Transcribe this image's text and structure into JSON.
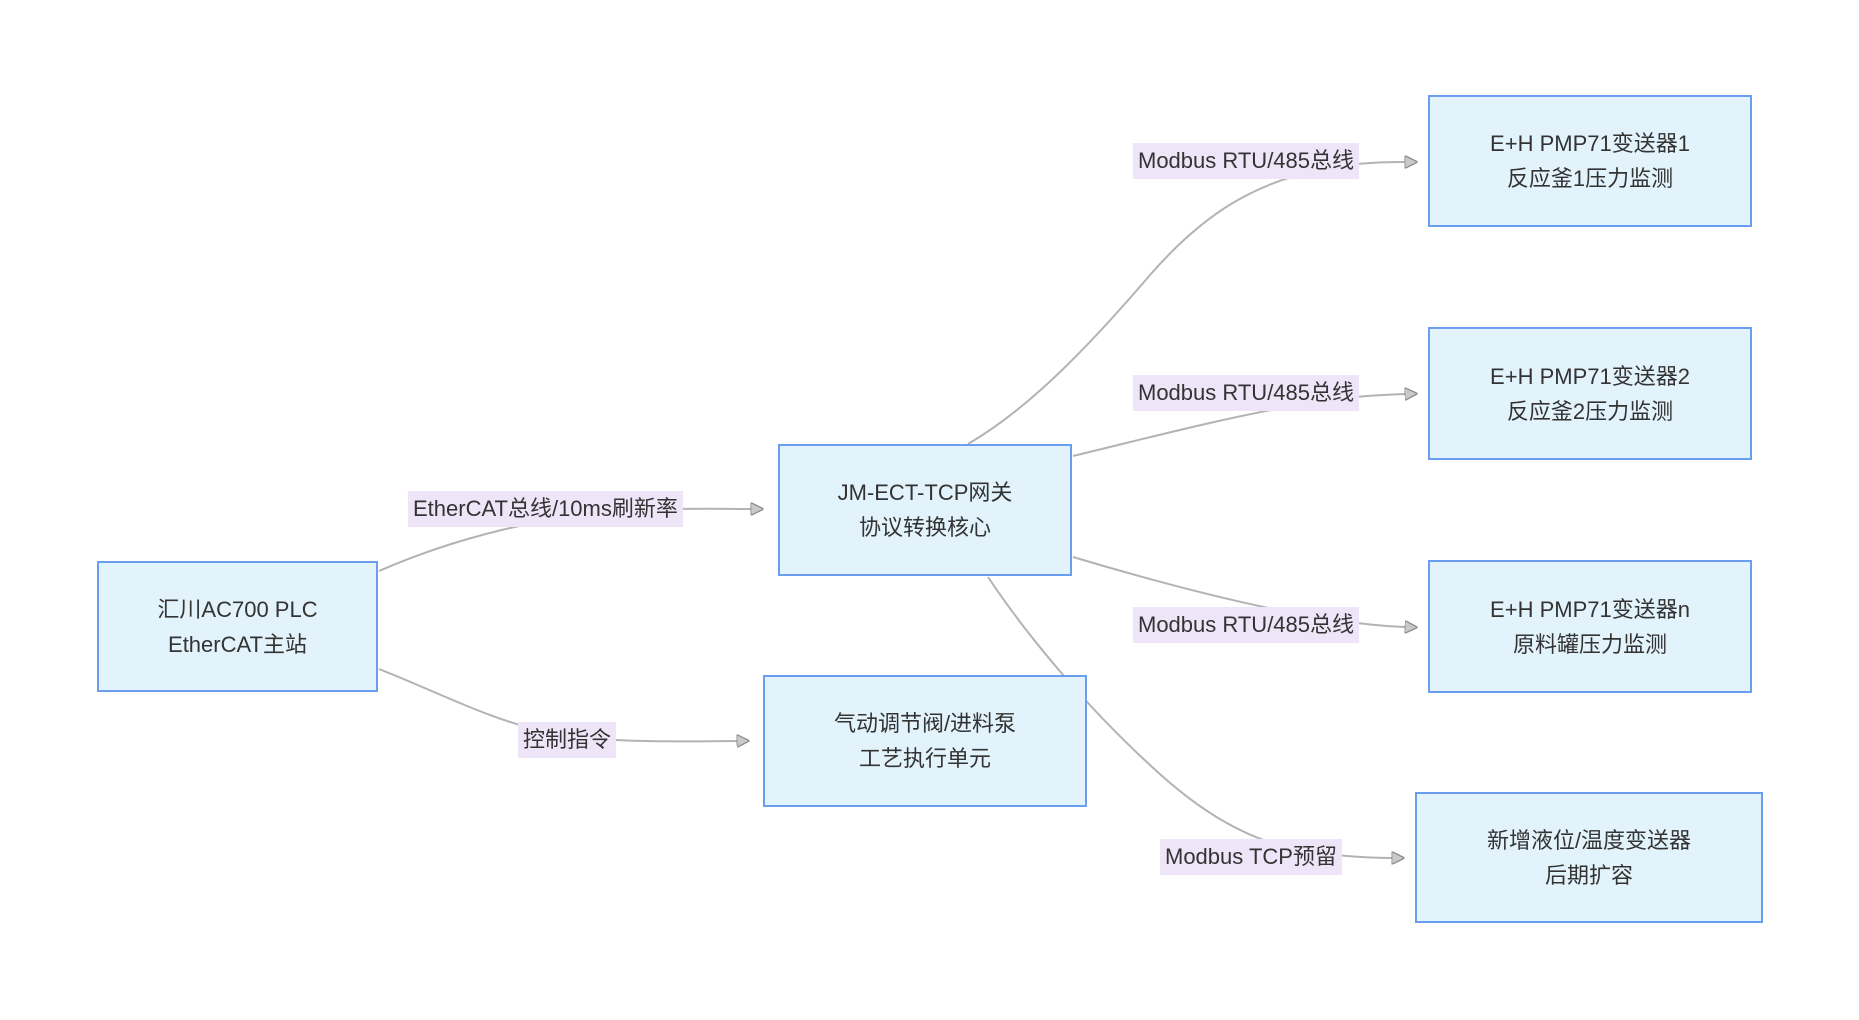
{
  "diagram": {
    "nodes": {
      "plc": {
        "line1": "汇川AC700 PLC",
        "line2": "EtherCAT主站"
      },
      "gateway": {
        "line1": "JM-ECT-TCP网关",
        "line2": "协议转换核心"
      },
      "actuator": {
        "line1": "气动调节阀/进料泵",
        "line2": "工艺执行单元"
      },
      "pmp1": {
        "line1": "E+H PMP71变送器1",
        "line2": "反应釜1压力监测"
      },
      "pmp2": {
        "line1": "E+H PMP71变送器2",
        "line2": "反应釜2压力监测"
      },
      "pmpn": {
        "line1": "E+H PMP71变送器n",
        "line2": "原料罐压力监测"
      },
      "expansion": {
        "line1": "新增液位/温度变送器",
        "line2": "后期扩容"
      }
    },
    "edge_labels": {
      "plc_gateway": "EtherCAT总线/10ms刷新率",
      "plc_actuator": "控制指令",
      "gateway_pmp1": "Modbus RTU/485总线",
      "gateway_pmp2": "Modbus RTU/485总线",
      "gateway_pmpn": "Modbus RTU/485总线",
      "gateway_expansion": "Modbus TCP预留"
    },
    "colors": {
      "node_fill": "#e2f3fc",
      "node_border": "#6a9eef",
      "edge_line": "#b3b3b3",
      "arrowhead_fill": "#c9c9c9",
      "arrowhead_stroke": "#8c8c8c",
      "label_background": "#eee6f8",
      "text": "#333333"
    }
  }
}
